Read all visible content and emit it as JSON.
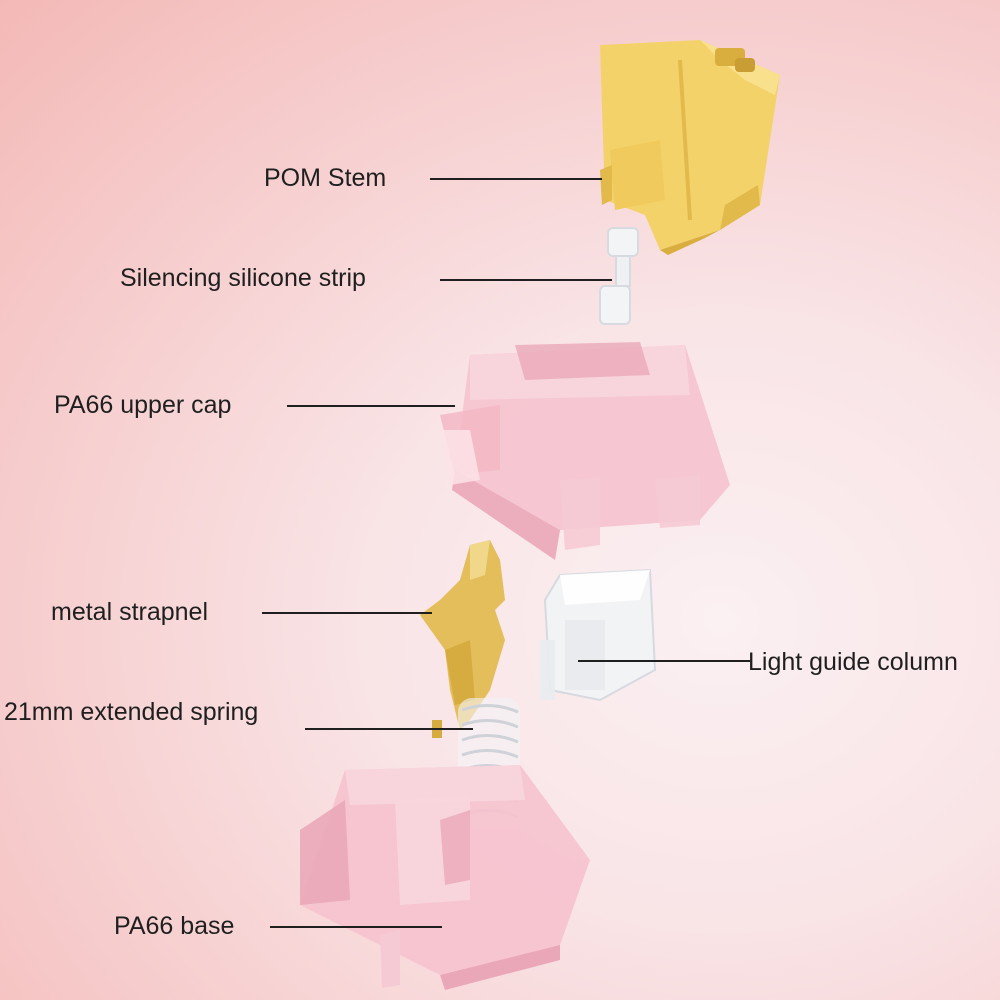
{
  "colors": {
    "stem": "#f4d26a",
    "stem_shade": "#e2b94b",
    "housing_pink": "#f5c3cf",
    "housing_pink_dark": "#eaa7b8",
    "clear": "#f2f4f6",
    "metal": "#e3be5a",
    "spring": "#e9e9ec",
    "text": "#1f1f1f"
  },
  "diagram": {
    "parts": [
      {
        "id": "stem",
        "label": "POM Stem"
      },
      {
        "id": "strip",
        "label": "Silencing silicone strip"
      },
      {
        "id": "cap",
        "label": "PA66 upper cap"
      },
      {
        "id": "shrapnel",
        "label": "metal strapnel"
      },
      {
        "id": "light",
        "label": "Light guide column"
      },
      {
        "id": "spring",
        "label": "21mm extended spring"
      },
      {
        "id": "base",
        "label": "PA66 base"
      }
    ]
  }
}
